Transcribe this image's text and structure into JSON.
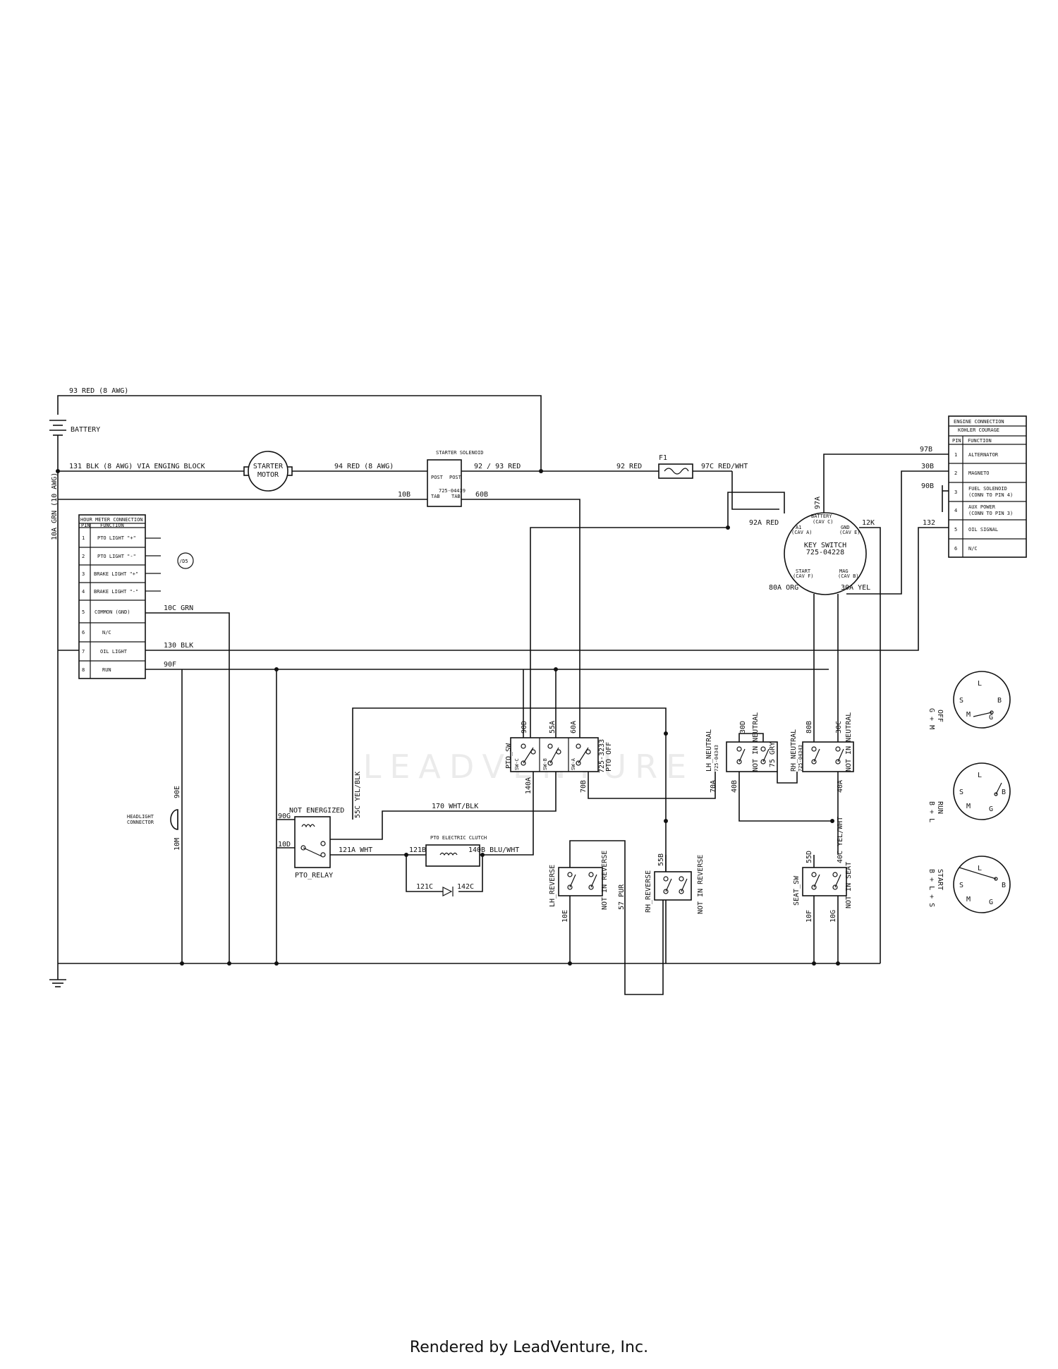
{
  "wires": {
    "w93": "93 RED (8 AWG)",
    "battery": "BATTERY",
    "w131": "131 BLK (8 AWG) VIA ENGING BLOCK",
    "w94": "94 RED (8 AWG)",
    "w9293": "92 / 93 RED",
    "w92": "92 RED",
    "f1": "F1",
    "w97c": "97C RED/WHT",
    "w10b": "10B",
    "w60b": "60B",
    "w10a": "10A GRN (10 AWG)",
    "w92a": "92A RED",
    "w12k": "12K",
    "w97b": "97B",
    "w30b": "30B",
    "w90b": "90B",
    "w132": "132",
    "w80a": "80A ORG",
    "w30a": "30A YEL",
    "w10c": "10C GRN",
    "w130": "130 BLK",
    "w90f": "90F",
    "w90d": "90D",
    "w55a": "55A",
    "w60a": "60A",
    "w140a": "140A",
    "w70b": "70B",
    "w30d": "30D",
    "w70a": "70A",
    "w40b": "40B",
    "w75": "75 GRY",
    "w80b": "80B",
    "w30c": "30C",
    "w40a": "40A",
    "w90e": "90E",
    "w10m": "10M",
    "w90g": "90G",
    "w55c": "55C YEL/BLK",
    "w170": "170 WHT/BLK",
    "w10d": "10D",
    "w121a": "121A WHT",
    "w121b": "121B",
    "w140b": "140B BLU/WHT",
    "w121c": "121C",
    "w142c": "142C",
    "w57": "57 PUR",
    "w55b": "55B",
    "w10e": "10E",
    "w55d": "55D",
    "w40c": "40C YEL/WHT",
    "w10f": "10F",
    "w10g": "10G"
  },
  "components": {
    "starter_motor": "STARTER MOTOR",
    "starter_solenoid": "STARTER SOLENOID",
    "starter_part": "725-04439",
    "post": "POST",
    "tab": "TAB",
    "key_battery": "BATTERY",
    "key_battery_sub": "(CAV C)",
    "key_a1": "A1",
    "key_a1_sub": "(CAV A)",
    "key_gnd": "GND",
    "key_gnd_sub": "(CAV E)",
    "key_title": "KEY SWITCH",
    "key_part": "725-04228",
    "key_start": "START",
    "key_start_sub": "(CAV F)",
    "key_mag": "MAG",
    "key_mag_sub": "(CAV B)",
    "pto_sw": "PTO_SW",
    "pto_part": "725-3233",
    "pto_off": "PTO OFF",
    "sw_c": "SW-C",
    "sw_b": "SW-B",
    "sw_a": "SW-A",
    "lh_neutral": "LH_NEUTRAL",
    "rh_neutral": "RH_NEUTRAL",
    "neutral_part": "725-04343",
    "not_in_neutral": "NOT IN NEUTRAL",
    "lh_reverse": "LH_REVERSE",
    "rh_reverse": "RH_REVERSE",
    "not_in_reverse": "NOT IN REVERSE",
    "seat_sw": "SEAT_SW",
    "not_in_seat": "NOT IN SEAT",
    "pto_relay": "PTO_RELAY",
    "not_energized": "NOT ENERGIZED",
    "pto_clutch": "PTO ELECTRIC CLUTCH",
    "headlight": "HEADLIGHT CONNECTOR",
    "diode_id": "/D5"
  },
  "hour_meter": {
    "title": "HOUR METER CONNECTION",
    "col_pin": "PIN",
    "col_function": "FUNCTION",
    "rows": [
      {
        "pin": "1",
        "function": "PTO LIGHT \"+\""
      },
      {
        "pin": "2",
        "function": "PTO LIGHT \"-\""
      },
      {
        "pin": "3",
        "function": "BRAKE LIGHT \"+\""
      },
      {
        "pin": "4",
        "function": "BRAKE LIGHT \"-\""
      },
      {
        "pin": "5",
        "function": "COMMON (GND)"
      },
      {
        "pin": "6",
        "function": "N/C"
      },
      {
        "pin": "7",
        "function": "OIL LIGHT"
      },
      {
        "pin": "8",
        "function": "RUN"
      }
    ]
  },
  "engine": {
    "title1": "ENGINE CONNECTION",
    "title2": "KOHLER COURAGE",
    "col_pin": "PIN",
    "col_function": "FUNCTION",
    "rows": [
      {
        "pin": "1",
        "function": "ALTERNATOR"
      },
      {
        "pin": "2",
        "function": "MAGNETO"
      },
      {
        "pin": "3",
        "function": "FUEL SOLENOID",
        "sub": "(CONN TO PIN 4)"
      },
      {
        "pin": "4",
        "function": "AUX POWER",
        "sub": "(CONN TO PIN 3)"
      },
      {
        "pin": "5",
        "function": "OIL SIGNAL"
      },
      {
        "pin": "6",
        "function": "N/C"
      }
    ]
  },
  "key_positions": [
    {
      "name": "OFF",
      "desc": "G + M"
    },
    {
      "name": "RUN",
      "desc": "B + L"
    },
    {
      "name": "START",
      "desc": "B + L + S"
    }
  ],
  "terminals": {
    "s": "S",
    "l": "L",
    "b": "B",
    "m": "M",
    "g": "G"
  },
  "watermark": "LEADVENTURE",
  "footer": "Rendered by LeadVenture, Inc."
}
